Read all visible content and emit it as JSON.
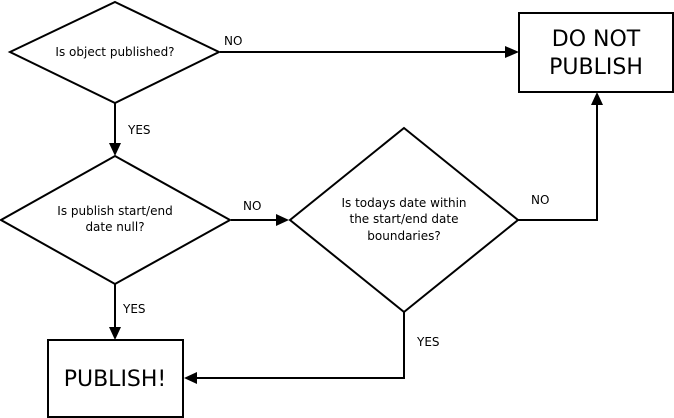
{
  "nodes": {
    "published": {
      "lines": [
        "Is object published?"
      ]
    },
    "date_null": {
      "lines": [
        "Is publish start/end",
        "date null?"
      ]
    },
    "date_within": {
      "lines": [
        "Is todays date within",
        "the start/end date",
        "boundaries?"
      ]
    },
    "do_not_publish": {
      "lines": [
        "DO NOT",
        "PUBLISH"
      ]
    },
    "publish": {
      "lines": [
        "PUBLISH!"
      ]
    }
  },
  "edges": {
    "published_no": "NO",
    "published_yes": "YES",
    "date_null_no": "NO",
    "date_null_yes": "YES",
    "date_within_no": "NO",
    "date_within_yes": "YES"
  }
}
